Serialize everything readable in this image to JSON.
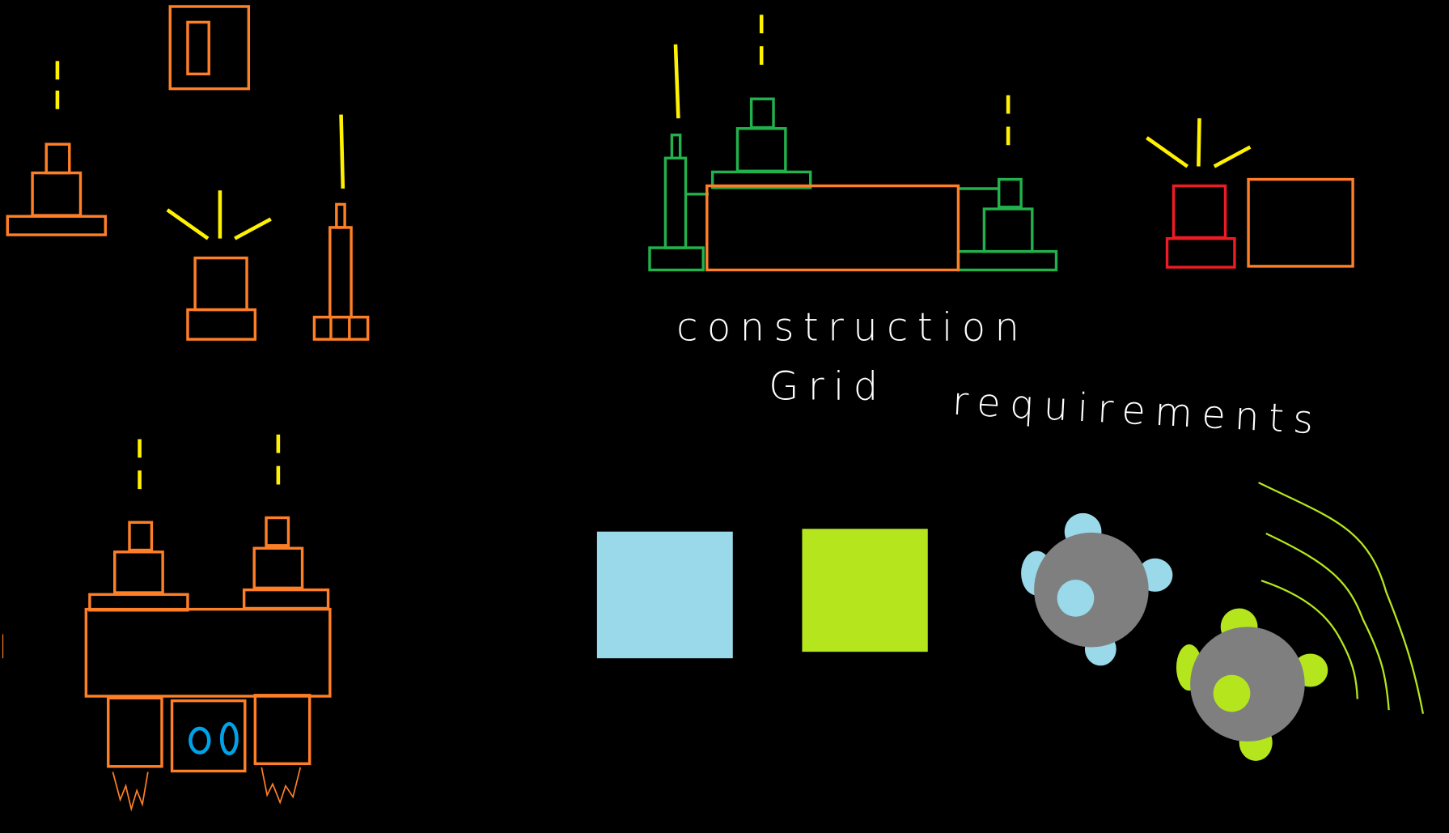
{
  "canvas": {
    "background": "#000000",
    "notes": {
      "line1": "construction",
      "line2_a": "Grid",
      "line2_b": "requirements"
    },
    "colors": {
      "orange": "#ff7f27",
      "green": "#22b14c",
      "yellow": "#fff200",
      "red": "#ed1c24",
      "light_blue": "#99d9ea",
      "lime": "#b5e61d",
      "gray": "#7f7f7f",
      "blue": "#00a2e8"
    }
  }
}
